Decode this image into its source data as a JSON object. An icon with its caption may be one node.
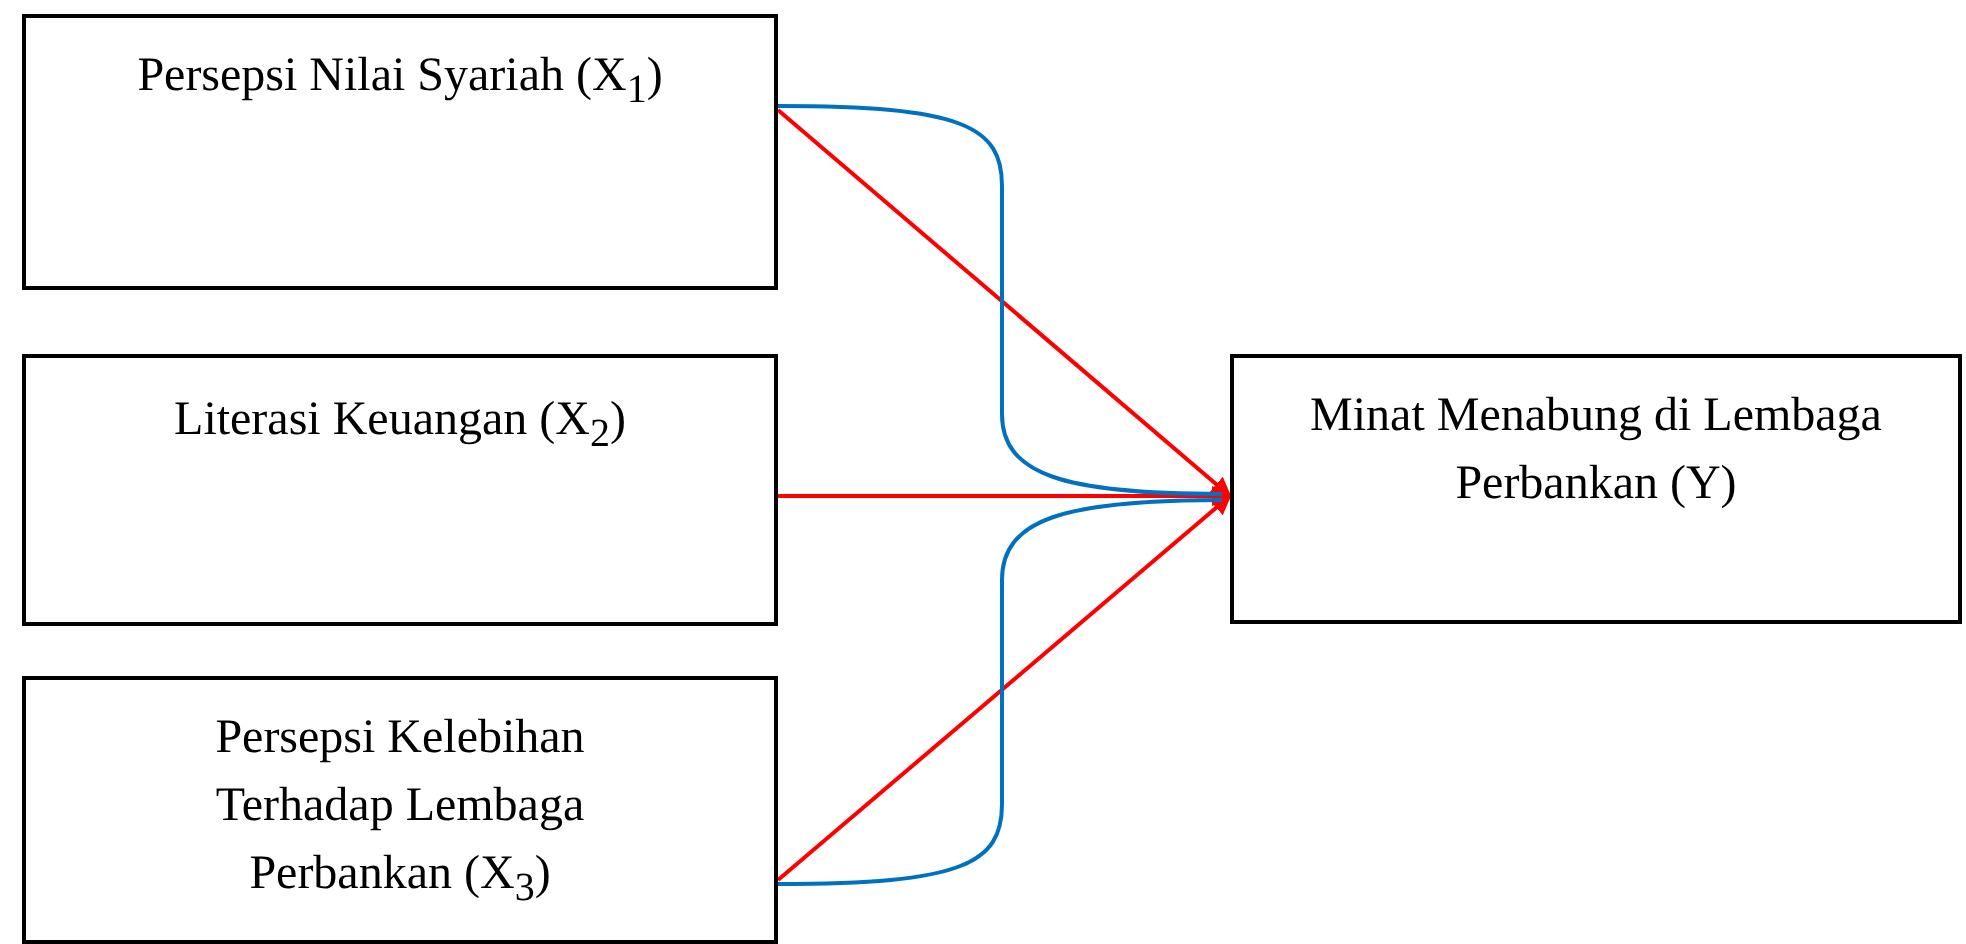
{
  "diagram": {
    "nodes": [
      {
        "text": [
          "Persepsi Nilai Syariah (X$_{1}$)"
        ]
      },
      {
        "text": [
          "Literasi Keuangan (X$_{2}$)"
        ]
      },
      {
        "text": [
          "Persepsi Kelebihan Terhadap Lembaga Perbankan (X$_{3}$)"
        ]
      },
      {
        "text": [
          "Minat Menabung di Lembaga Perbankan (Y)"
        ]
      }
    ],
    "edges": [
      {
        "from": 0,
        "to": 3,
        "arrow": "to",
        "color": "#ff0000"
      },
      {
        "from": 1,
        "to": 3,
        "arrow": "to",
        "color": "#ff0000"
      },
      {
        "from": 2,
        "to": 3,
        "arrow": "to",
        "color": "#ff0000"
      },
      {
        "from": 0,
        "to": 3,
        "arrow": "none",
        "color": "#0070c0"
      },
      {
        "from": 2,
        "to": 3,
        "arrow": "none",
        "color": "#0070c0"
      }
    ]
  }
}
